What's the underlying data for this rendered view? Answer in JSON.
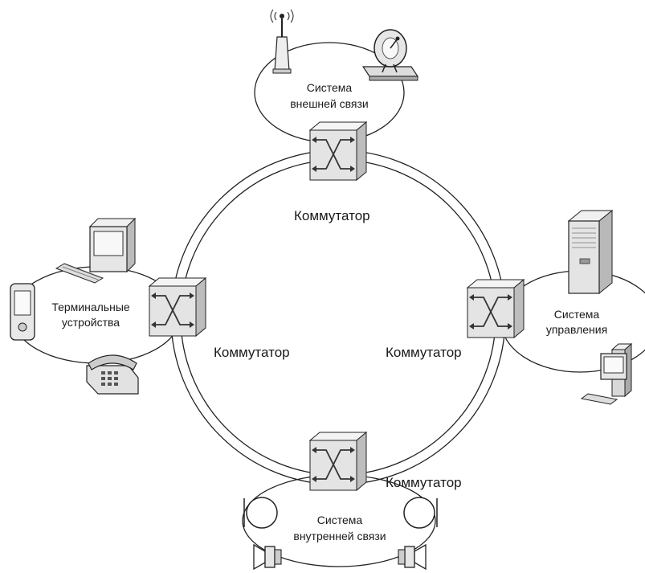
{
  "zones": {
    "external": {
      "label_line1": "Система",
      "label_line2": "внешней связи"
    },
    "terminals": {
      "label_line1": "Терминальные",
      "label_line2": "устройства"
    },
    "control": {
      "label_line1": "Система",
      "label_line2": "управления"
    },
    "internal": {
      "label_line1": "Система",
      "label_line2": "внутренней связи"
    }
  },
  "switches": {
    "top": "Коммутатор",
    "left": "Коммутатор",
    "right": "Коммутатор",
    "bottom": "Коммутатор"
  },
  "icons": {
    "antenna": "antenna-icon",
    "satellite_dish": "satellite-dish-icon",
    "desktop": "desktop-computer-icon",
    "pda": "pda-icon",
    "phone": "telephone-icon",
    "server": "server-tower-icon",
    "workstation": "workstation-icon",
    "microphone": "microphone-icon",
    "speaker": "speaker-icon",
    "switch": "network-switch-icon"
  },
  "colors": {
    "line": "#222222",
    "switch_front": "#e8e8e8",
    "switch_side": "#c9c9c9",
    "device_fill": "#eeeeee"
  }
}
